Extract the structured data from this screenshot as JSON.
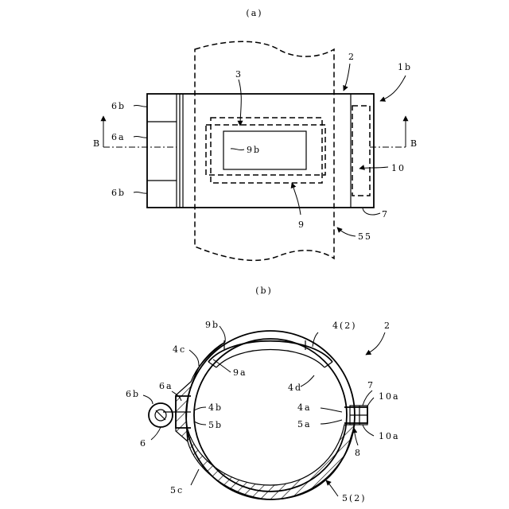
{
  "figure_a": {
    "caption": "(a)",
    "labels": {
      "l_1b": "1b",
      "l_2": "2",
      "l_3": "3",
      "l_6b_top": "6b",
      "l_6a": "6a",
      "l_6b_bottom": "6b",
      "l_B_left": "B",
      "l_B_right": "B",
      "l_9b": "9b",
      "l_9": "9",
      "l_10": "10",
      "l_7": "7",
      "l_55": "55"
    }
  },
  "figure_b": {
    "caption": "(b)",
    "labels": {
      "l_2": "2",
      "l_9b": "9b",
      "l_4_2": "4(2)",
      "l_4c": "4c",
      "l_9a": "9a",
      "l_4d": "4d",
      "l_6b": "6b",
      "l_6a": "6a",
      "l_4b": "4b",
      "l_5b": "5b",
      "l_6": "6",
      "l_4a": "4a",
      "l_5a": "5a",
      "l_7": "7",
      "l_10a_top": "10a",
      "l_10a_bottom": "10a",
      "l_8": "8",
      "l_5c": "5c",
      "l_5_2": "5(2)"
    }
  }
}
